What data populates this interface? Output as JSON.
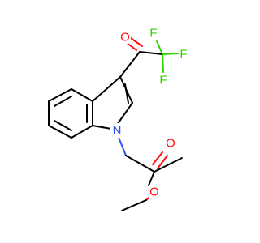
{
  "molecule": {
    "atoms": {
      "o_ketone": {
        "symbol": "O",
        "color": "#ff0d0d"
      },
      "f_top_left": {
        "symbol": "F",
        "color": "#2fd400"
      },
      "f_top_right": {
        "symbol": "F",
        "color": "#2fd400"
      },
      "f_bottom": {
        "symbol": "F",
        "color": "#2fd400"
      },
      "n_indole": {
        "symbol": "N",
        "color": "#3050f8"
      },
      "o_carbonyl": {
        "symbol": "O",
        "color": "#ff0d0d"
      },
      "o_ester": {
        "symbol": "O",
        "color": "#ff0d0d"
      }
    }
  }
}
